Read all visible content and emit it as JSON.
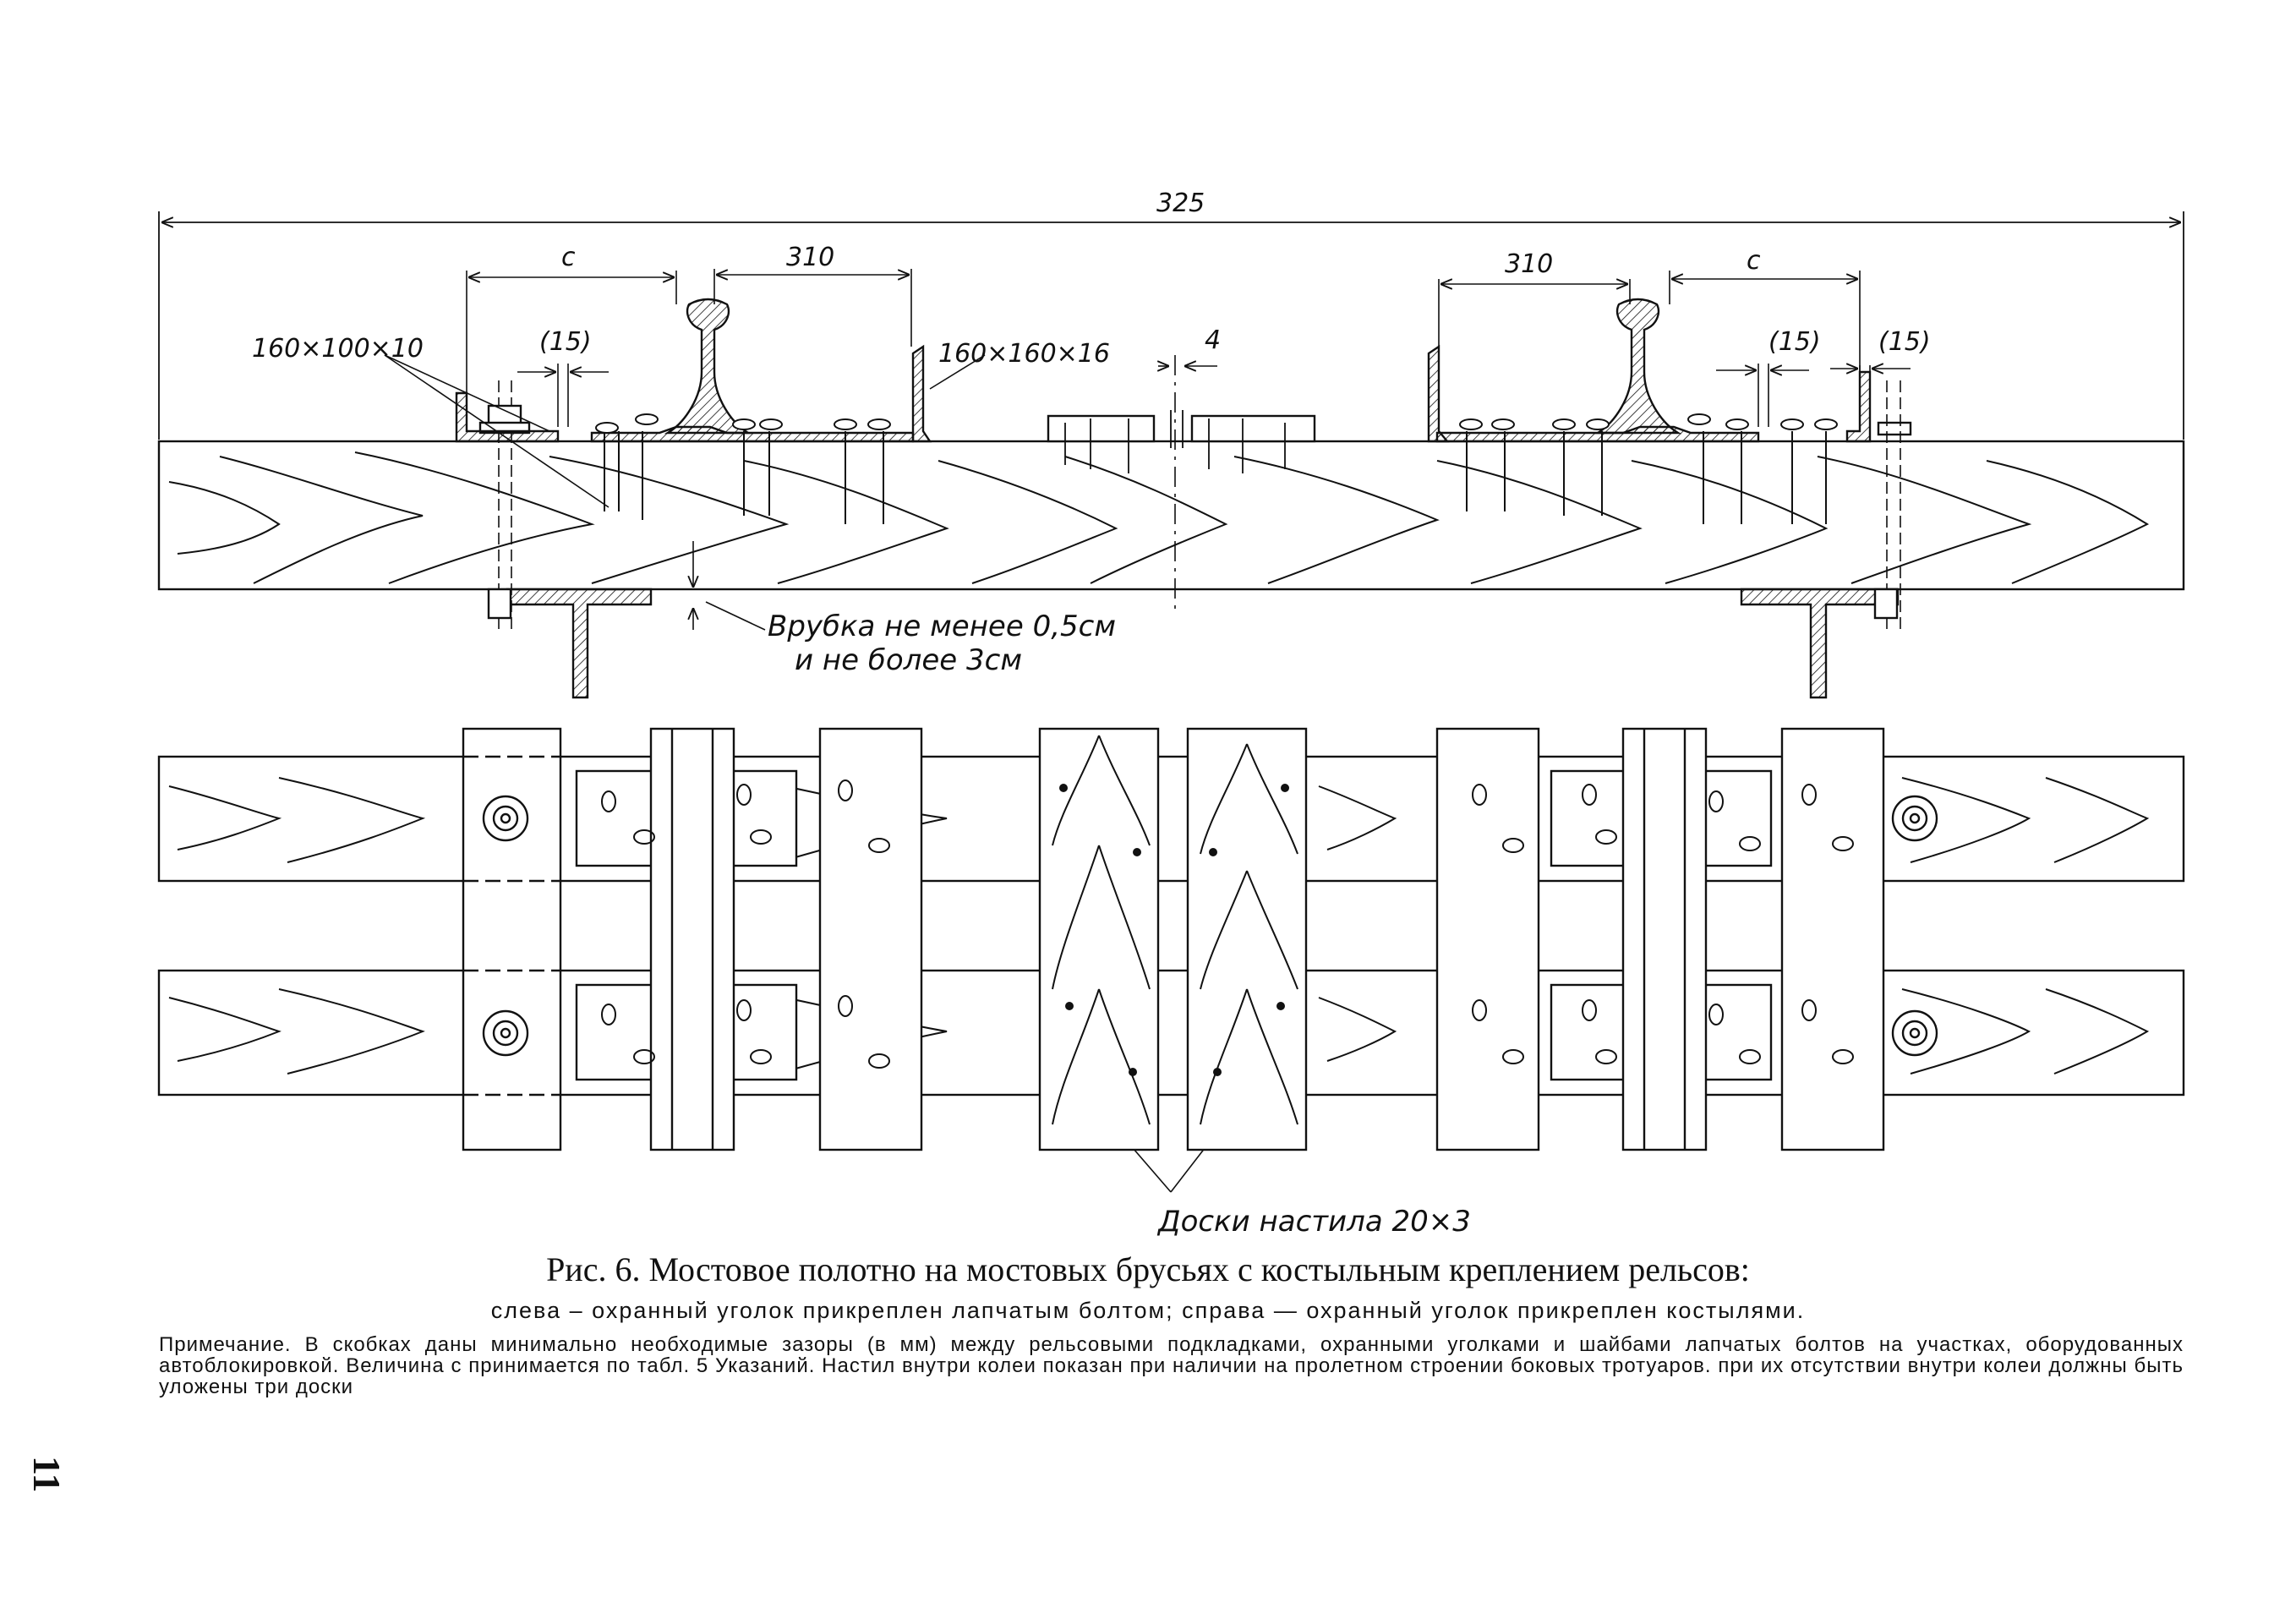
{
  "dimensions": {
    "overall": "325",
    "c_left": "c",
    "w310_left": "310",
    "w310_right": "310",
    "c_right": "c",
    "gap_15_a": "(15)",
    "gap_15_b": "(15)",
    "gap_15_c": "(15)",
    "gap_4": "4"
  },
  "labels": {
    "angle_small": "160×100×10",
    "angle_large": "160×160×16",
    "notch_line1": "Врубка не менее 0,5см",
    "notch_line2": "и не более 3см",
    "deck_boards": "Доски настила 20×3"
  },
  "caption": {
    "title": "Рис. 6. Мостовое полотно на мостовых брусьях с костыльным креплением рельсов:",
    "subtitle": "слева – охранный уголок прикреплен лапчатым болтом; справа — охранный уголок прикреплен костылями.",
    "note": "Примечание. В скобках даны минимально необходимые зазоры (в мм) между рельсовыми подкладками, охранными уголками и шайбами лапчатых болтов на участках, оборудованных автоблокировкой. Величина c принимается по табл. 5 Указаний. Настил внутри колеи показан при наличии на пролетном строении боковых тротуаров. при их отсутствии внутри колеи должны быть уложены три доски"
  },
  "page_number": "11"
}
